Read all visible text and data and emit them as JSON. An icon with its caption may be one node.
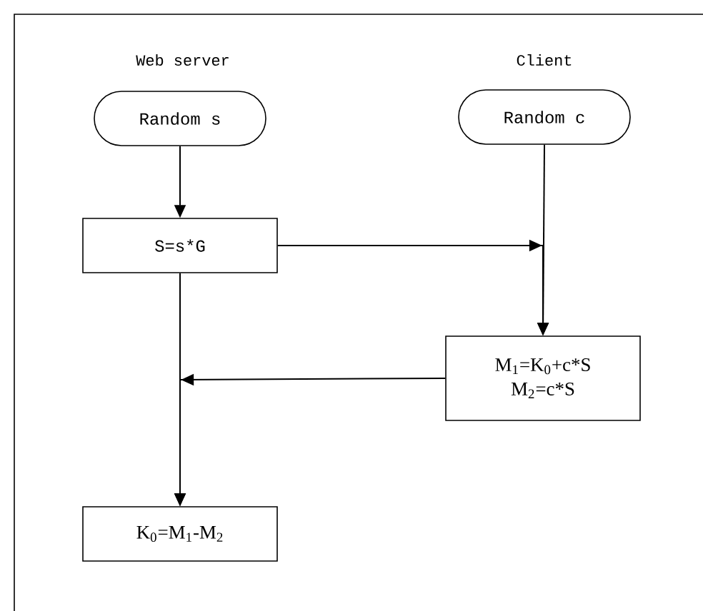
{
  "diagram": {
    "nodes": [
      {
        "text": [
          "Random s"
        ]
      },
      {
        "text": [
          "Random c"
        ]
      },
      {
        "text": [
          "S=s*G"
        ]
      },
      {
        "text": [
          "M$_{1}$=K$_{0}$+c*S",
          "M$_{2}$=c*S"
        ]
      },
      {
        "text": [
          "K$_{0}$=M$_{1}$-M$_{2}$"
        ]
      }
    ],
    "edges": [
      {
        "from": 0,
        "to": 2,
        "arrow": "to"
      },
      {
        "from": 1,
        "to": 3,
        "arrow": "to"
      },
      {
        "from": 2,
        "to": 3,
        "arrow": "to"
      },
      {
        "from": 2,
        "to": 4,
        "arrow": "to"
      },
      {
        "from": 3,
        "to": 4,
        "arrow": "to"
      }
    ],
    "labels": [
      "Web server",
      "Client"
    ]
  }
}
